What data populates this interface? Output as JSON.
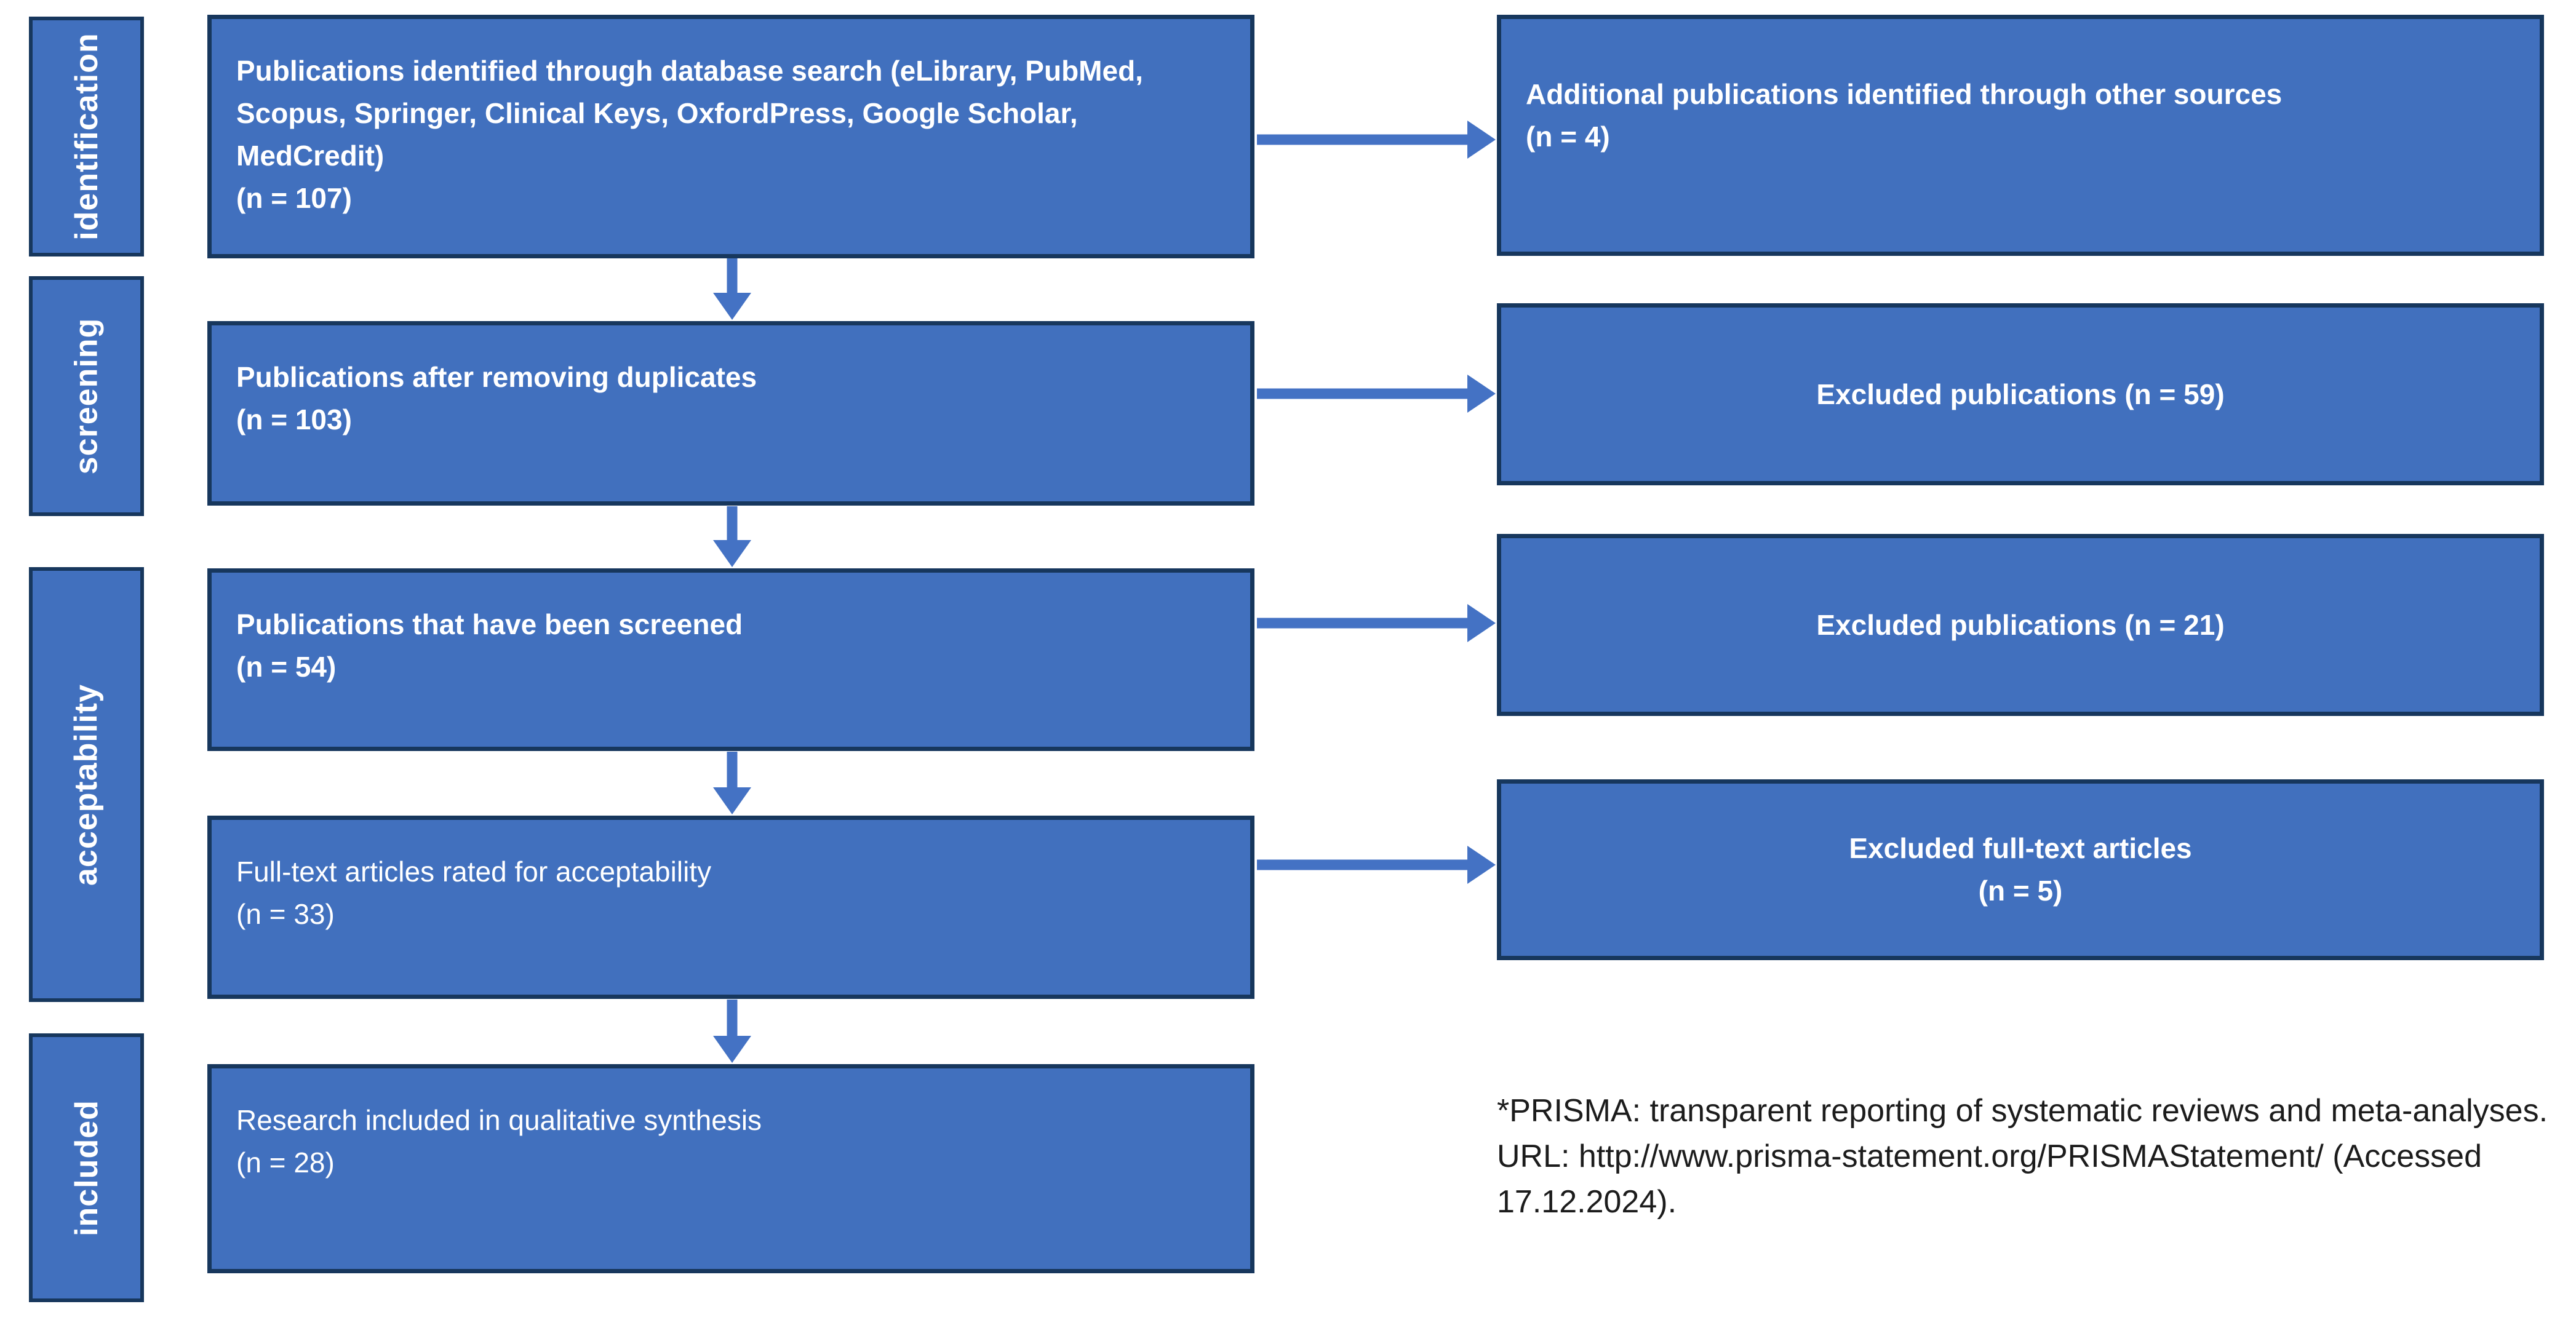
{
  "palette": {
    "background": "#ffffff",
    "box_fill": "#4170be",
    "box_border": "#17375d",
    "box_text": "#ffffff",
    "arrow": "#4472c4",
    "footnote_text": "#1c1c1c"
  },
  "sidebar": {
    "stages": [
      {
        "label": "identification"
      },
      {
        "label": "screening"
      },
      {
        "label": "acceptability"
      },
      {
        "label": "included"
      }
    ]
  },
  "flow": {
    "main_boxes": [
      {
        "text": "Publications identified through database search (eLibrary, PubMed,\nScopus, Springer, Clinical Keys, OxfordPress, Google Scholar,\nMedCredit)\n(n = 107)",
        "n": 107
      },
      {
        "text": "Publications after removing duplicates\n(n = 103)",
        "n": 103
      },
      {
        "text": "Publications that have been screened\n(n = 54)",
        "n": 54
      },
      {
        "text": "Full-text articles rated for acceptability\n(n = 33)",
        "n": 33
      },
      {
        "text": "Research included in qualitative synthesis\n(n = 28)",
        "n": 28
      }
    ],
    "side_boxes": [
      {
        "text": "Additional publications identified through other sources\n(n = 4)",
        "n": 4
      },
      {
        "text": "Excluded publications (n = 59)",
        "n": 59
      },
      {
        "text": "Excluded publications (n = 21)",
        "n": 21
      },
      {
        "text": "Excluded full-text articles\n(n = 5)",
        "n": 5
      }
    ]
  },
  "footnote": {
    "text": "*PRISMA: transparent reporting of systematic reviews and meta-analyses.\nURL: http://www.prisma-statement.org/PRISMAStatement/ (Accessed\n17.12.2024)."
  }
}
